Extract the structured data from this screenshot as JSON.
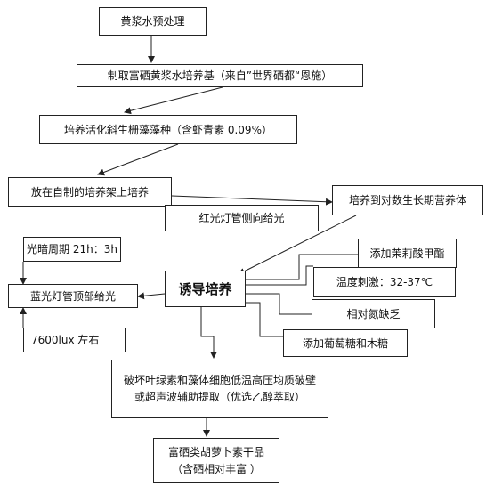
{
  "nodes": {
    "n1": "黄浆水预处理",
    "n2": "制取富硒黄浆水培养基（来自”世界硒都“恩施）",
    "n3": "培养活化斜生栅藻藻种（含虾青素 0.09%）",
    "n4": "放在自制的培养架上培养",
    "n5": "培养到对数生长期营养体",
    "n6": "红光灯管侧向给光",
    "n7": "光暗周期 21h：3h",
    "n8": "添加茉莉酸甲酯",
    "n9": "诱导培养",
    "n10": "温度刺激：32-37℃",
    "n11": "蓝光灯管顶部给光",
    "n12": "相对氮缺乏",
    "n13": "7600lux 左右",
    "n14": "添加葡萄糖和木糖",
    "n15": "破坏叶绿素和藻体细胞低温高压均质破壁或超声波辅助提取（优选乙醇萃取）",
    "n16": "富硒类胡萝卜素干品（含硒相对丰富 ）"
  }
}
